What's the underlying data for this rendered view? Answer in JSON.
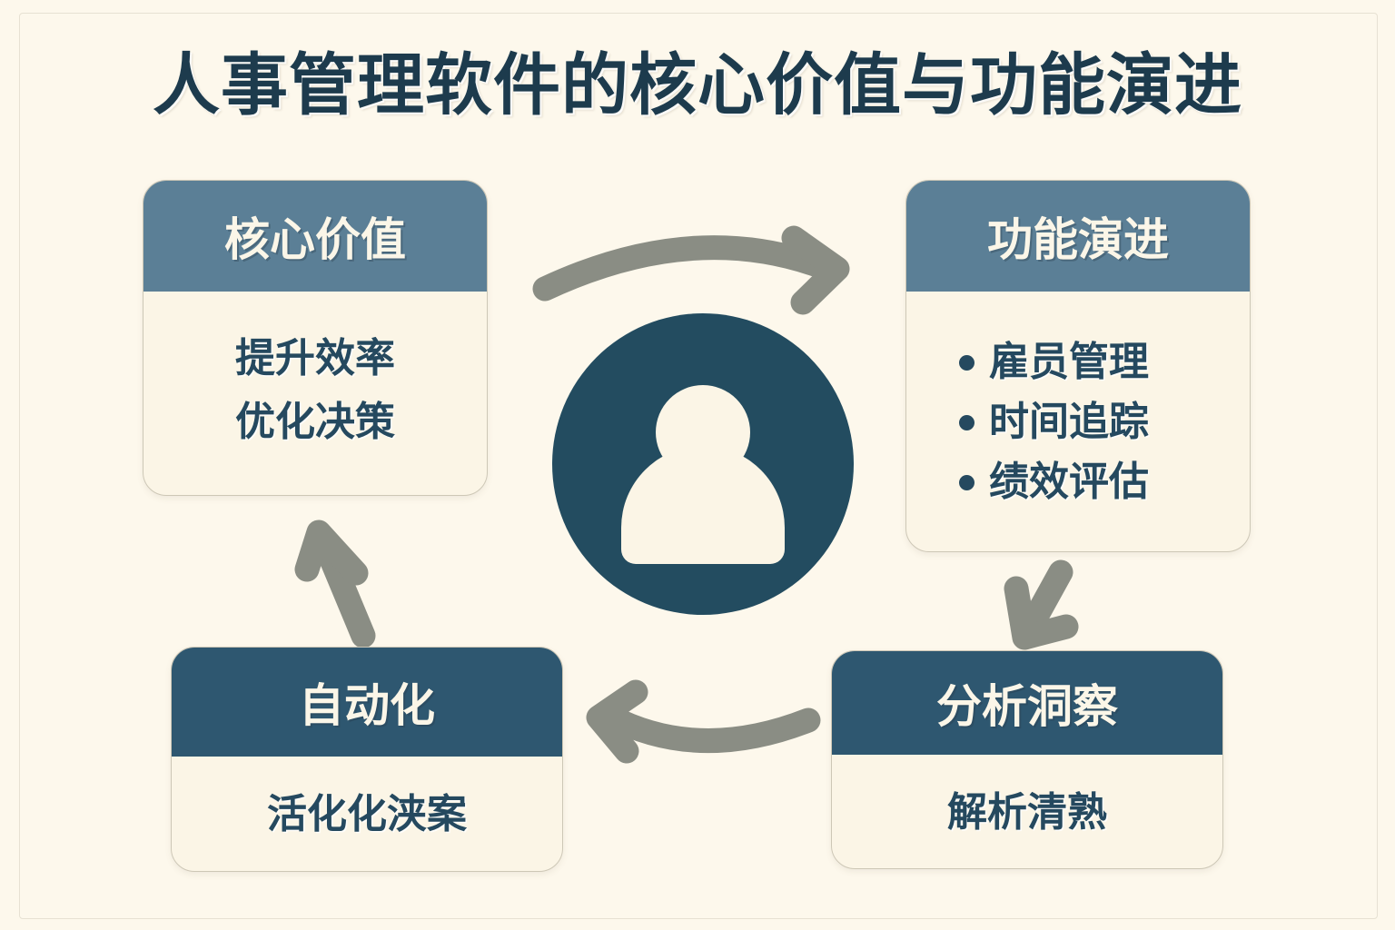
{
  "page": {
    "title": "人事管理软件的核心价值与功能演进",
    "background_color": "#fdf8ec"
  },
  "colors": {
    "background": "#fdf8ec",
    "title_text": "#1d3b4d",
    "header_light_blue": "#5b7f96",
    "header_dark_blue": "#2e5770",
    "card_body_background": "#fbf5e6",
    "card_border": "#cdc7b6",
    "body_text": "#25495f",
    "header_text": "#fbf6e8",
    "arrow_gray": "#8a8d84",
    "center_circle": "#234c60",
    "center_person": "#fbf5e6"
  },
  "cards": {
    "core_value": {
      "header": "核心价值",
      "lines": [
        "提升效率",
        "优化决策"
      ]
    },
    "feature_evolution": {
      "header": "功能演进",
      "bullets": [
        "雇员管理",
        "时间追踪",
        "绩效评估"
      ]
    },
    "automation": {
      "header": "自动化",
      "lines": [
        "活化化浃案"
      ]
    },
    "analytics": {
      "header": "分析洞察",
      "lines": [
        "解析清熟"
      ]
    }
  },
  "center": {
    "icon": "person-icon"
  },
  "arrows": [
    {
      "name": "arrow-core-value-to-feature-evolution",
      "direction": "right",
      "style": "curved"
    },
    {
      "name": "arrow-feature-evolution-to-analytics",
      "direction": "down-left",
      "style": "straight"
    },
    {
      "name": "arrow-analytics-to-automation",
      "direction": "left",
      "style": "curved"
    },
    {
      "name": "arrow-automation-to-core-value",
      "direction": "up-left",
      "style": "straight"
    }
  ]
}
